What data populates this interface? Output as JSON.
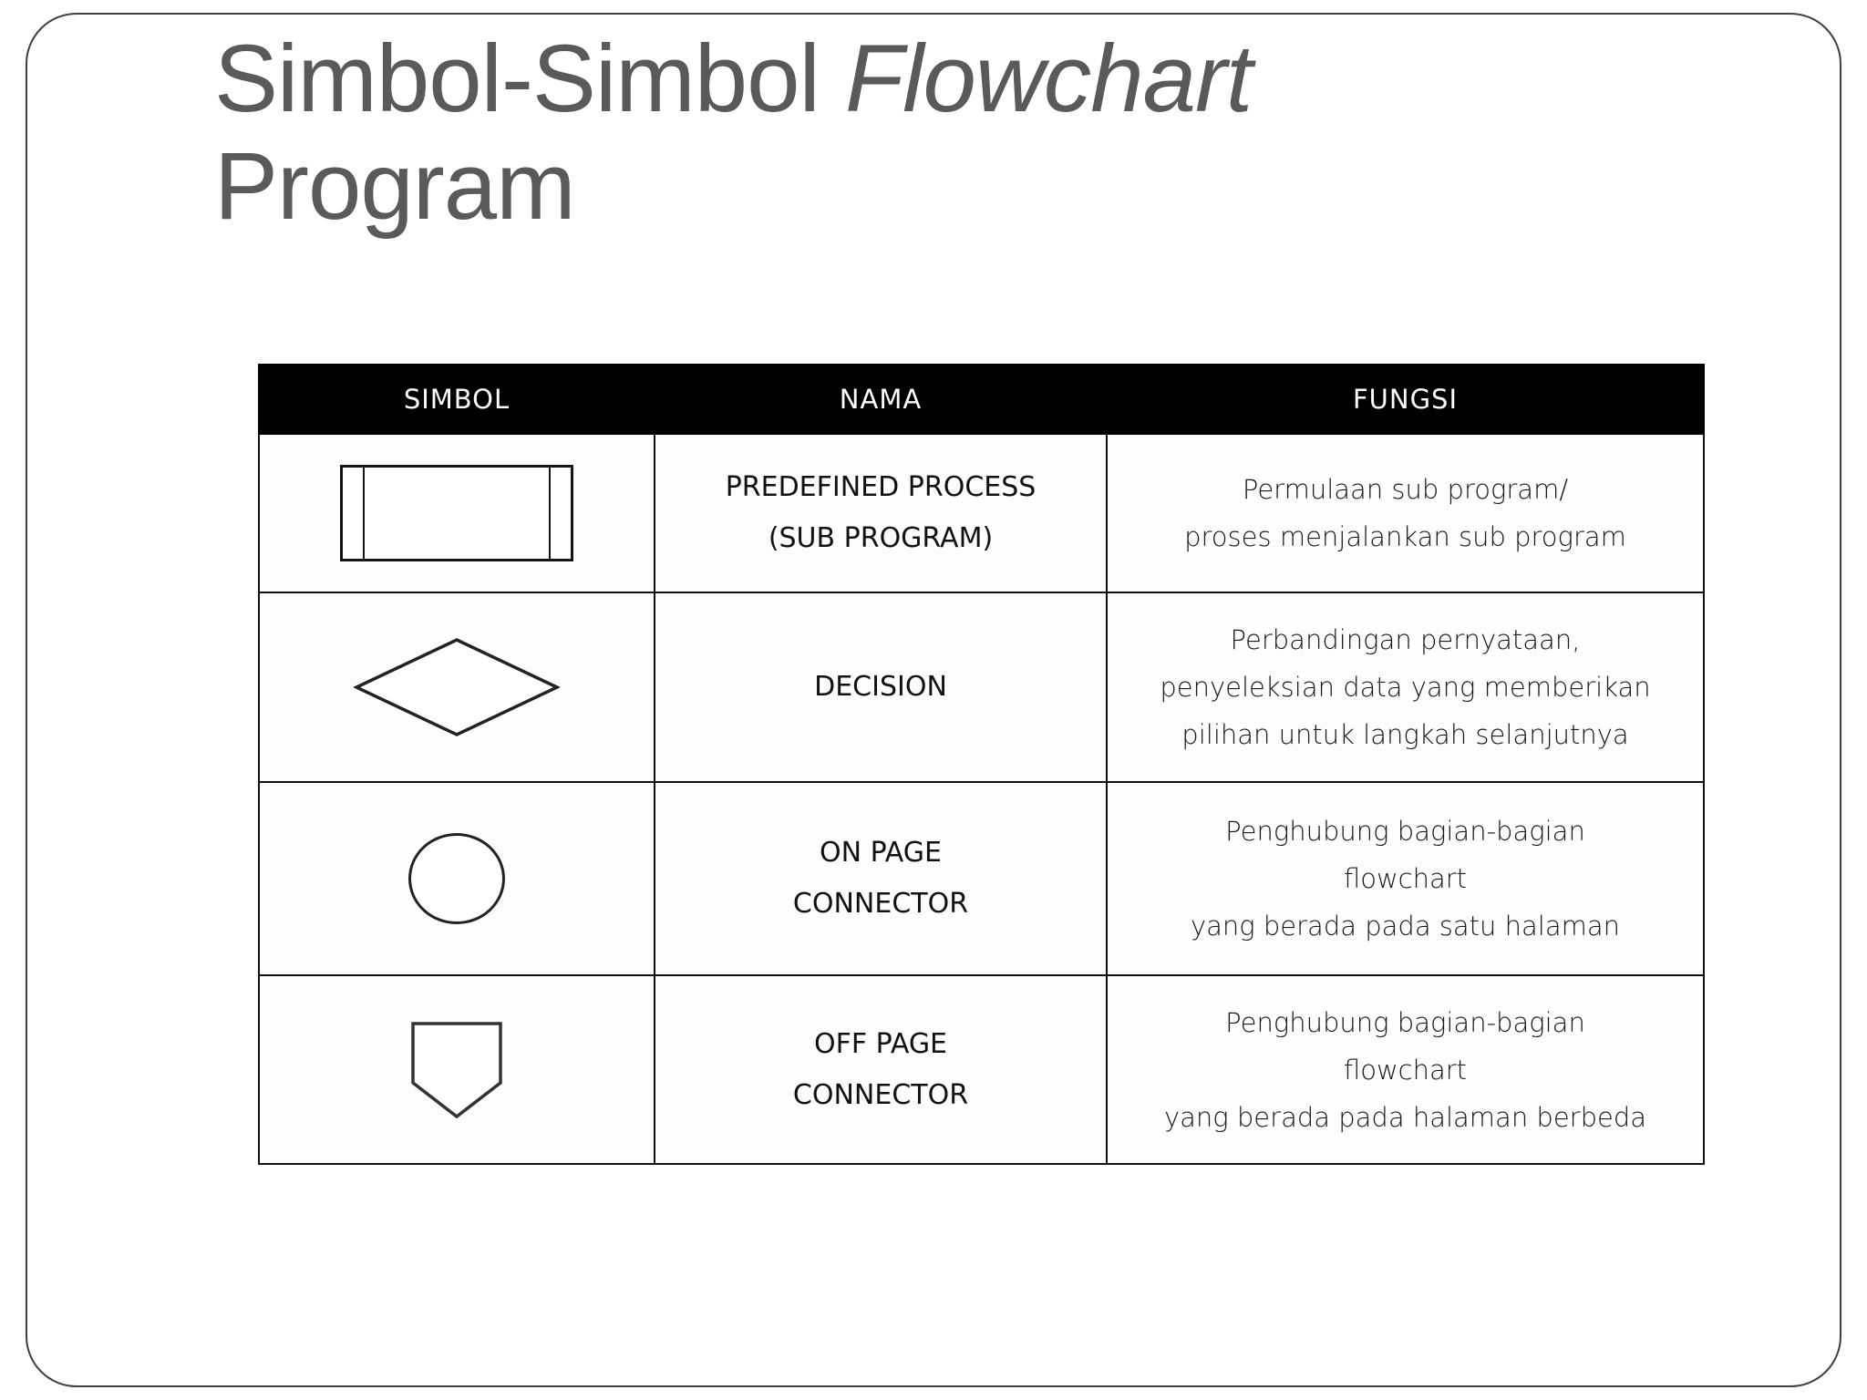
{
  "slide": {
    "title": {
      "line1_plain": "Simbol-Simbol ",
      "line1_italic": "Flowchart",
      "line2": "Program"
    },
    "title_color": "#5a5a5a",
    "border_color": "#3f3f3f",
    "background": "#ffffff"
  },
  "table": {
    "header_background": "#000000",
    "header_text_color": "#ffffff",
    "border_color": "#111111",
    "columns": [
      "SIMBOL",
      "NAMA",
      "FUNGSI"
    ],
    "rows": [
      {
        "symbol_icon": "predefined-process-symbol",
        "nama": [
          "PREDEFINED PROCESS",
          "(SUB PROGRAM)"
        ],
        "fungsi": [
          "Permulaan sub program/",
          "proses menjalankan sub program"
        ]
      },
      {
        "symbol_icon": "decision-diamond-symbol",
        "nama": [
          "DECISION"
        ],
        "fungsi": [
          "Perbandingan pernyataan,",
          "penyeleksian data yang memberikan",
          "pilihan untuk langkah selanjutnya"
        ]
      },
      {
        "symbol_icon": "on-page-connector-symbol",
        "nama": [
          "ON PAGE",
          "CONNECTOR"
        ],
        "fungsi": [
          "Penghubung bagian-bagian",
          "flowchart",
          "yang berada pada satu halaman"
        ]
      },
      {
        "symbol_icon": "off-page-connector-symbol",
        "nama": [
          "OFF PAGE",
          "CONNECTOR"
        ],
        "fungsi": [
          "Penghubung bagian-bagian",
          "flowchart",
          "yang berada pada halaman berbeda"
        ]
      }
    ]
  }
}
